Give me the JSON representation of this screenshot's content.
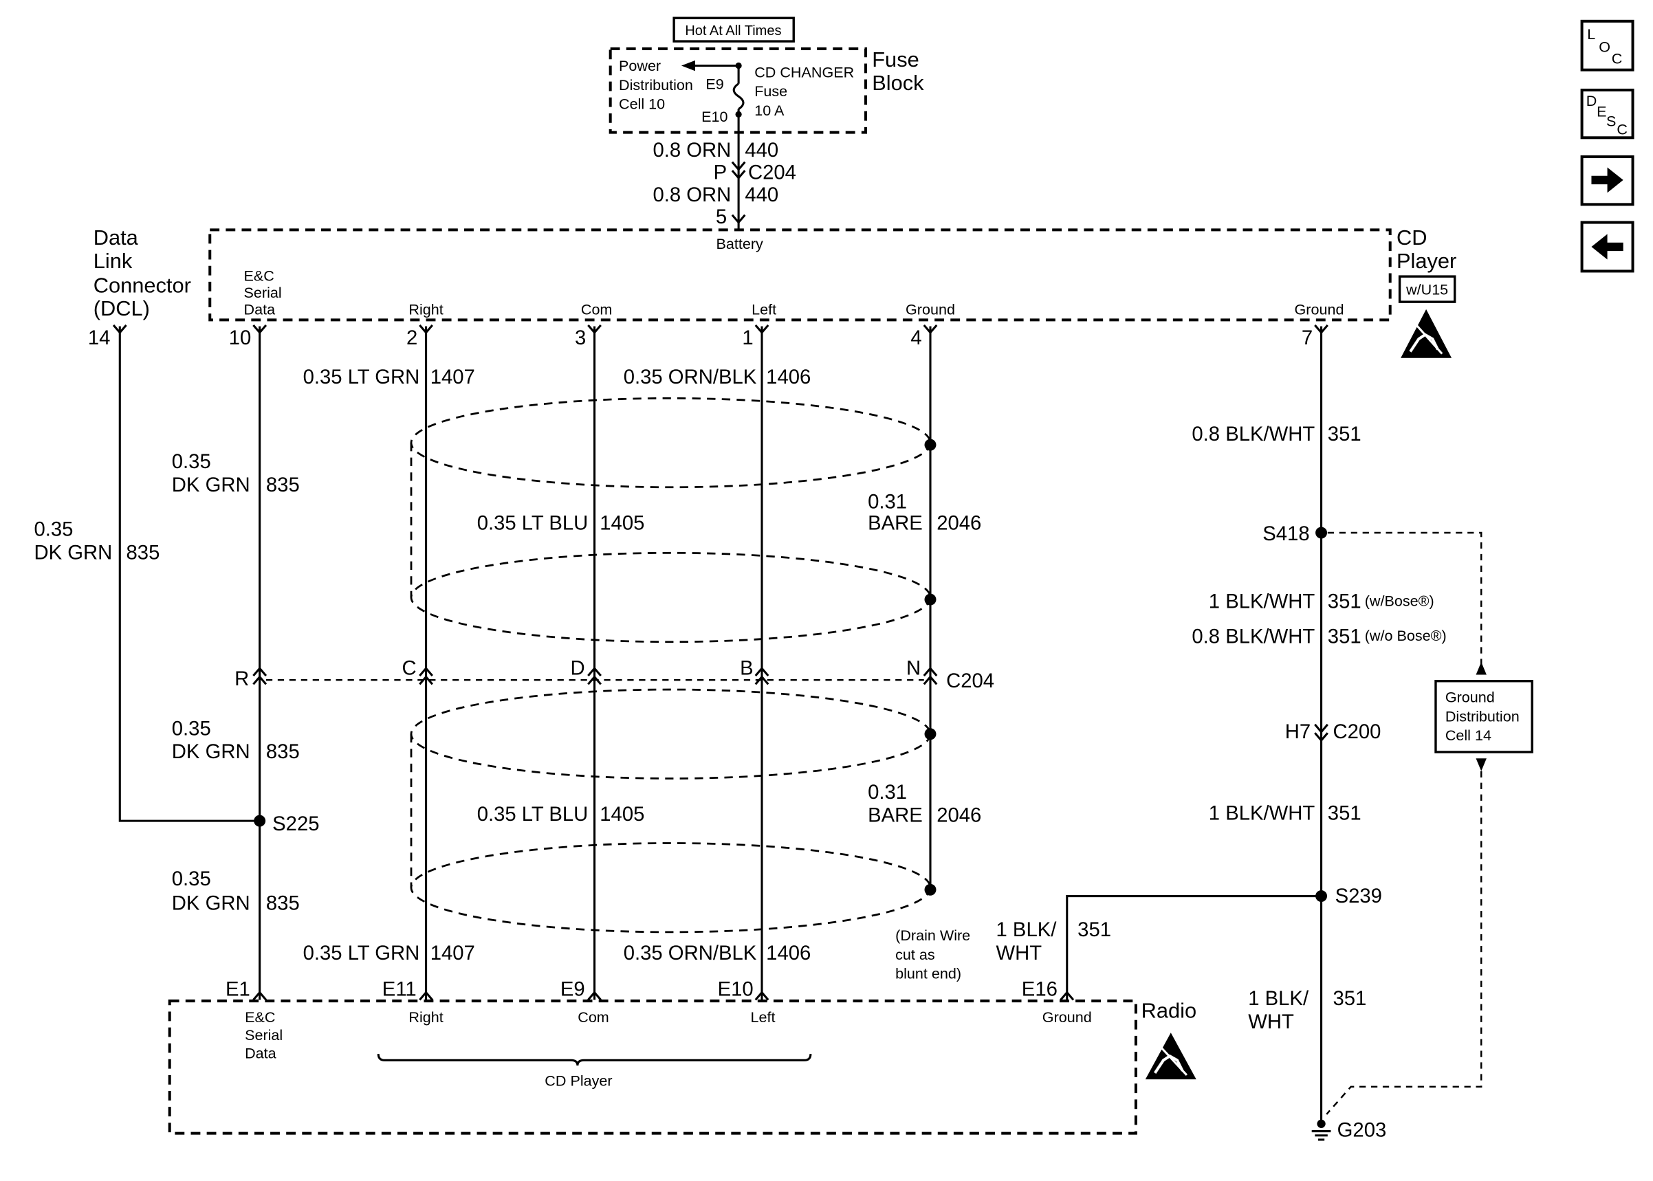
{
  "fuse_block": {
    "hot_at_all_times": "Hot At All Times",
    "title": [
      "Fuse",
      "Block"
    ],
    "power_distribution": [
      "Power",
      "Distribution",
      "Cell 10"
    ],
    "terminal_in": "E9",
    "terminal_out": "E10",
    "fuse_name": [
      "CD CHANGER",
      "Fuse",
      "10 A"
    ]
  },
  "battery_feed": {
    "upper_wire": {
      "size_color": "0.8 ORN",
      "circuit": "440"
    },
    "connector": {
      "pin": "P",
      "name": "C204"
    },
    "lower_wire": {
      "size_color": "0.8 ORN",
      "circuit": "440"
    },
    "cd_player_pin": "5",
    "cd_player_pin_label": "Battery"
  },
  "dlc": {
    "title": [
      "Data",
      "Link",
      "Connector",
      "(DCL)"
    ],
    "pin": "14",
    "wire": {
      "size": "0.35",
      "color": "DK GRN",
      "circuit": "835"
    }
  },
  "cd_player": {
    "title": [
      "CD",
      "Player"
    ],
    "option": "w/U15",
    "serial_label": [
      "E&C",
      "Serial",
      "Data"
    ],
    "pins": {
      "serial": "10",
      "right": "2",
      "com": "3",
      "left": "1",
      "shield_ground": "4",
      "ground": "7"
    },
    "pin_labels": {
      "right": "Right",
      "com": "Com",
      "left": "Left",
      "shield_ground": "Ground",
      "ground": "Ground"
    }
  },
  "serial_data": {
    "upper": {
      "size": "0.35",
      "color": "DK GRN",
      "circuit": "835"
    },
    "middle": {
      "size": "0.35",
      "color": "DK GRN",
      "circuit": "835"
    },
    "lower": {
      "size": "0.35",
      "color": "DK GRN",
      "circuit": "835"
    },
    "splice": "S225"
  },
  "audio_wires": {
    "right_upper": {
      "label": "0.35 LT GRN",
      "circuit": "1407"
    },
    "right_lower": {
      "label": "0.35 LT GRN",
      "circuit": "1407"
    },
    "com_upper": {
      "label": "0.35 LT BLU",
      "circuit": "1405"
    },
    "com_lower": {
      "label": "0.35 LT BLU",
      "circuit": "1405"
    },
    "left_upper": {
      "label": "0.35 ORN/BLK",
      "circuit": "1406"
    },
    "left_lower": {
      "label": "0.35 ORN/BLK",
      "circuit": "1406"
    },
    "drain_upper": {
      "size": "0.31",
      "color": "BARE",
      "circuit": "2046"
    },
    "drain_lower": {
      "size": "0.31",
      "color": "BARE",
      "circuit": "2046"
    },
    "drain_note": [
      "(Drain Wire",
      "cut as",
      "blunt end)"
    ]
  },
  "c204": {
    "name": "C204",
    "pins": {
      "serial": "R",
      "right": "C",
      "com": "D",
      "left": "B",
      "drain": "N"
    }
  },
  "ground_circuit": {
    "upper": {
      "label": "0.8 BLK/WHT",
      "circuit": "351"
    },
    "splice_s418": "S418",
    "bose": {
      "label": "1 BLK/WHT",
      "circuit": "351",
      "option": "(w/Bose®)"
    },
    "no_bose": {
      "label": "0.8 BLK/WHT",
      "circuit": "351",
      "option": "(w/o Bose®)"
    },
    "c200": {
      "pin": "H7",
      "name": "C200"
    },
    "mid": {
      "label": "1 BLK/WHT",
      "circuit": "351"
    },
    "splice_s239": "S239",
    "radio_branch": {
      "label": [
        "1 BLK/",
        "WHT"
      ],
      "circuit": "351"
    },
    "to_ground": {
      "label": [
        "1 BLK/",
        "WHT"
      ],
      "circuit": "351"
    },
    "ground_point": "G203",
    "ground_distribution": [
      "Ground",
      "Distribution",
      "Cell 14"
    ]
  },
  "radio": {
    "title": "Radio",
    "pins": {
      "serial": "E1",
      "right": "E11",
      "com": "E9",
      "left": "E10",
      "ground": "E16"
    },
    "serial_label": [
      "E&C",
      "Serial",
      "Data"
    ],
    "pin_labels": {
      "right": "Right",
      "com": "Com",
      "left": "Left",
      "ground": "Ground"
    },
    "cd_player_group": "CD Player"
  },
  "nav": {
    "loc": [
      "L",
      "O",
      "C"
    ],
    "desc": [
      "D",
      "E",
      "S",
      "C"
    ]
  },
  "icons": {
    "esd": "esd-warning-icon",
    "next": "arrow-right-icon",
    "previous": "arrow-left-icon",
    "ground": "ground-icon",
    "fuse": "fuse-icon"
  },
  "colors": {
    "ink": "#000000",
    "paper": "#ffffff"
  }
}
